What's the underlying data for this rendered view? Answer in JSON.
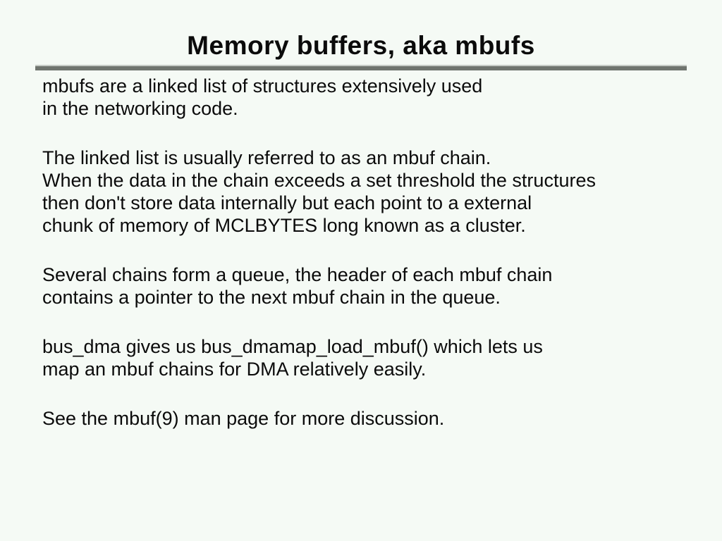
{
  "slide": {
    "title": "Memory buffers, aka mbufs",
    "paragraphs": [
      {
        "lines": [
          "mbufs are a linked list of structures extensively used",
          "in the networking code."
        ]
      },
      {
        "lines": [
          "The linked list is usually referred to as an mbuf chain.",
          "When the data in the chain exceeds a set threshold the structures",
          "then don't store data internally but each point to a external",
          "chunk of memory of MCLBYTES long known as a cluster."
        ]
      },
      {
        "lines": [
          "Several chains form a queue, the header of each mbuf chain",
          "contains a pointer to the next mbuf chain in the queue."
        ]
      },
      {
        "lines": [
          "bus_dma gives us bus_dmamap_load_mbuf() which lets us",
          "map an mbuf chains for DMA relatively easily."
        ]
      },
      {
        "lines": [
          "See the mbuf(9) man page for more discussion."
        ]
      }
    ],
    "colors": {
      "background": "#f5faf5",
      "text": "#0b0b0b",
      "rule_dark": "#70756f",
      "rule_light": "#c6cbc6"
    }
  }
}
